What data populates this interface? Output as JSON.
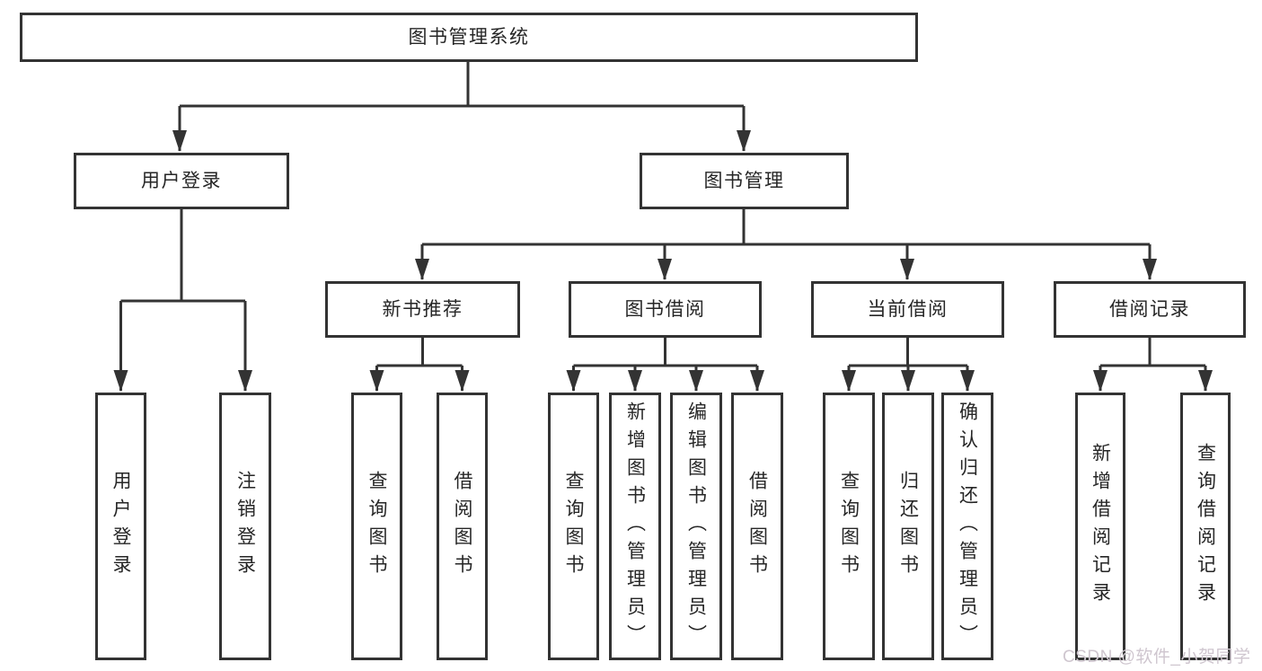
{
  "diagram_title": "图书管理系统",
  "watermark": "CSDN @软件_小贺同学",
  "colors": {
    "line": "#333333",
    "box_border": "#333333",
    "box_fill": "#ffffff",
    "text": "#262626",
    "watermark": "#cfc6cf",
    "background": "#ffffff"
  },
  "nodes": {
    "root": {
      "label": "图书管理系统"
    },
    "user_login": {
      "label": "用户登录"
    },
    "book_mgmt": {
      "label": "图书管理"
    },
    "new_book_rec": {
      "label": "新书推荐"
    },
    "book_borrow": {
      "label": "图书借阅"
    },
    "current_borrow": {
      "label": "当前借阅"
    },
    "borrow_records": {
      "label": "借阅记录"
    },
    "login": {
      "label": "用户登录"
    },
    "logout": {
      "label": "注销登录"
    },
    "rec_query_books": {
      "label": "查询图书"
    },
    "rec_borrow_books": {
      "label": "借阅图书"
    },
    "bor_query_books": {
      "label": "查询图书"
    },
    "bor_add_books": {
      "label": "新增图书（管理员）"
    },
    "bor_edit_books": {
      "label": "编辑图书（管理员）"
    },
    "bor_borrow_books": {
      "label": "借阅图书"
    },
    "cur_query_books": {
      "label": "查询图书"
    },
    "cur_return_books": {
      "label": "归还图书"
    },
    "cur_confirm_return": {
      "label": "确认归还（管理员）"
    },
    "log_add_record": {
      "label": "新增借阅记录"
    },
    "log_query_record": {
      "label": "查询借阅记录"
    }
  }
}
